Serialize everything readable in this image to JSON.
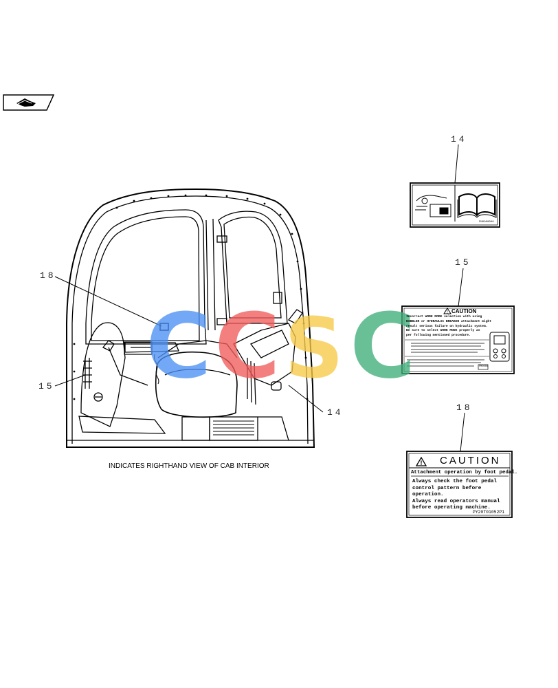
{
  "nav_icon": "page-flip-icon",
  "callouts": {
    "c14_decal": "14",
    "c15_decal": "15",
    "c18_decal": "18",
    "c18_cab": "18",
    "c15_cab": "15",
    "c14_cab": "14"
  },
  "caption": "INDICATES RIGHTHAND VIEW OF CAB INTERIOR",
  "decal_14": {
    "icons": [
      "switch-panel-icon",
      "open-book-icon"
    ],
    "code": "PN0000000"
  },
  "decal_15": {
    "title": "CAUTION",
    "lines": [
      "Incorrect WORK MODE selection with using",
      "NIBBLER or HYDRAULIC BREAKER attachment might",
      "result serious failure on hydraulic system.",
      "Be sure to select WORK MODE properly as",
      "per following mentioned procedure."
    ],
    "code": "PM0000"
  },
  "decal_18": {
    "title": "CAUTION",
    "subtitle": "Attachment operation by foot pedal.",
    "lines": [
      "Always check the foot pedal",
      "control pattern before",
      "operation.",
      "Always read operators manual",
      "before operating machine."
    ],
    "code": "PY20T01052P1"
  },
  "watermark": {
    "letters": [
      "C",
      "C",
      "S",
      "C"
    ],
    "colors": [
      "#4a8ff2",
      "#ef5b5b",
      "#f7c948",
      "#3fae7a"
    ]
  }
}
